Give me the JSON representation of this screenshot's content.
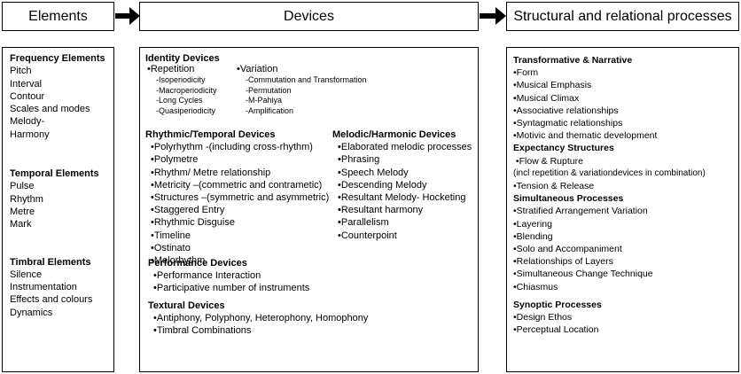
{
  "headers": {
    "elements": "Elements",
    "devices": "Devices",
    "structural": "Structural and relational processes"
  },
  "elements": {
    "frequency_title": "Frequency Elements",
    "frequency_items": [
      "Pitch",
      "Interval",
      "Contour",
      "Scales and modes",
      "Melody-",
      "Harmony"
    ],
    "temporal_title": "Temporal Elements",
    "temporal_items": [
      "Pulse",
      "Rhythm",
      "Metre",
      "Mark"
    ],
    "timbral_title": "Timbral Elements",
    "timbral_items": [
      "Silence",
      "Instrumentation",
      "Effects and colours",
      "Dynamics"
    ]
  },
  "devices": {
    "identity_title": "Identity Devices",
    "repetition_label": "•Repetition",
    "repetition_items": [
      "-Isoperiodicity",
      "-Macroperiodicity",
      "-Long Cycles",
      "-Quasiperiodicity"
    ],
    "variation_label": "•Variation",
    "variation_items": [
      "-Commutation and Transformation",
      "-Permutation",
      "-M-Pahiya",
      "-Amplification"
    ],
    "rhythmic_title": "Rhythmic/Temporal Devices",
    "rhythmic_items": [
      "•Polyrhythm -(including cross-rhythm)",
      "•Polymetre",
      "•Rhythm/ Metre relationship",
      "•Metricity –(commetric and contrametic)",
      "•Structures –(symmetric and asymmetric)",
      "•Staggered Entry",
      "•Rhythmic Disguise",
      "•Timeline",
      "•Ostinato",
      "•Melorhythm"
    ],
    "melodic_title": "Melodic/Harmonic Devices",
    "melodic_items": [
      "•Elaborated melodic processes",
      "•Phrasing",
      "•Speech Melody",
      "•Descending Melody",
      "•Resultant Melody- Hocketing",
      "•Resultant harmony",
      "•Parallelism",
      "•Counterpoint"
    ],
    "performance_title": "Performance Devices",
    "performance_items": [
      "•Performance Interaction",
      "•Participative number of instruments"
    ],
    "textural_title": "Textural Devices",
    "textural_items": [
      "•Antiphony, Polyphony, Heterophony, Homophony",
      "•Timbral Combinations"
    ]
  },
  "structural": {
    "transformative_title": "Transformative & Narrative",
    "transformative_items": [
      "•Form",
      "•Musical Emphasis",
      "•Musical Climax",
      "•Associative relationships",
      "•Syntagmatic relationships",
      "•Motivic and thematic development"
    ],
    "expectancy_title": "Expectancy Structures",
    "expectancy_items": [
      " •Flow & Rupture",
      "(incl repetition & variationdevices in combination)",
      "•Tension & Release"
    ],
    "simultaneous_title": "Simultaneous Processes",
    "simultaneous_items": [
      "•Stratified Arrangement Variation",
      "•Layering",
      "•Blending",
      "•Solo and Accompaniment",
      "•Relationships of Layers",
      "•Simultaneous Change Technique",
      "•Chiasmus"
    ],
    "synoptic_title": "Synoptic Processes",
    "synoptic_items": [
      "•Design Ethos",
      "•Perceptual Location"
    ]
  }
}
